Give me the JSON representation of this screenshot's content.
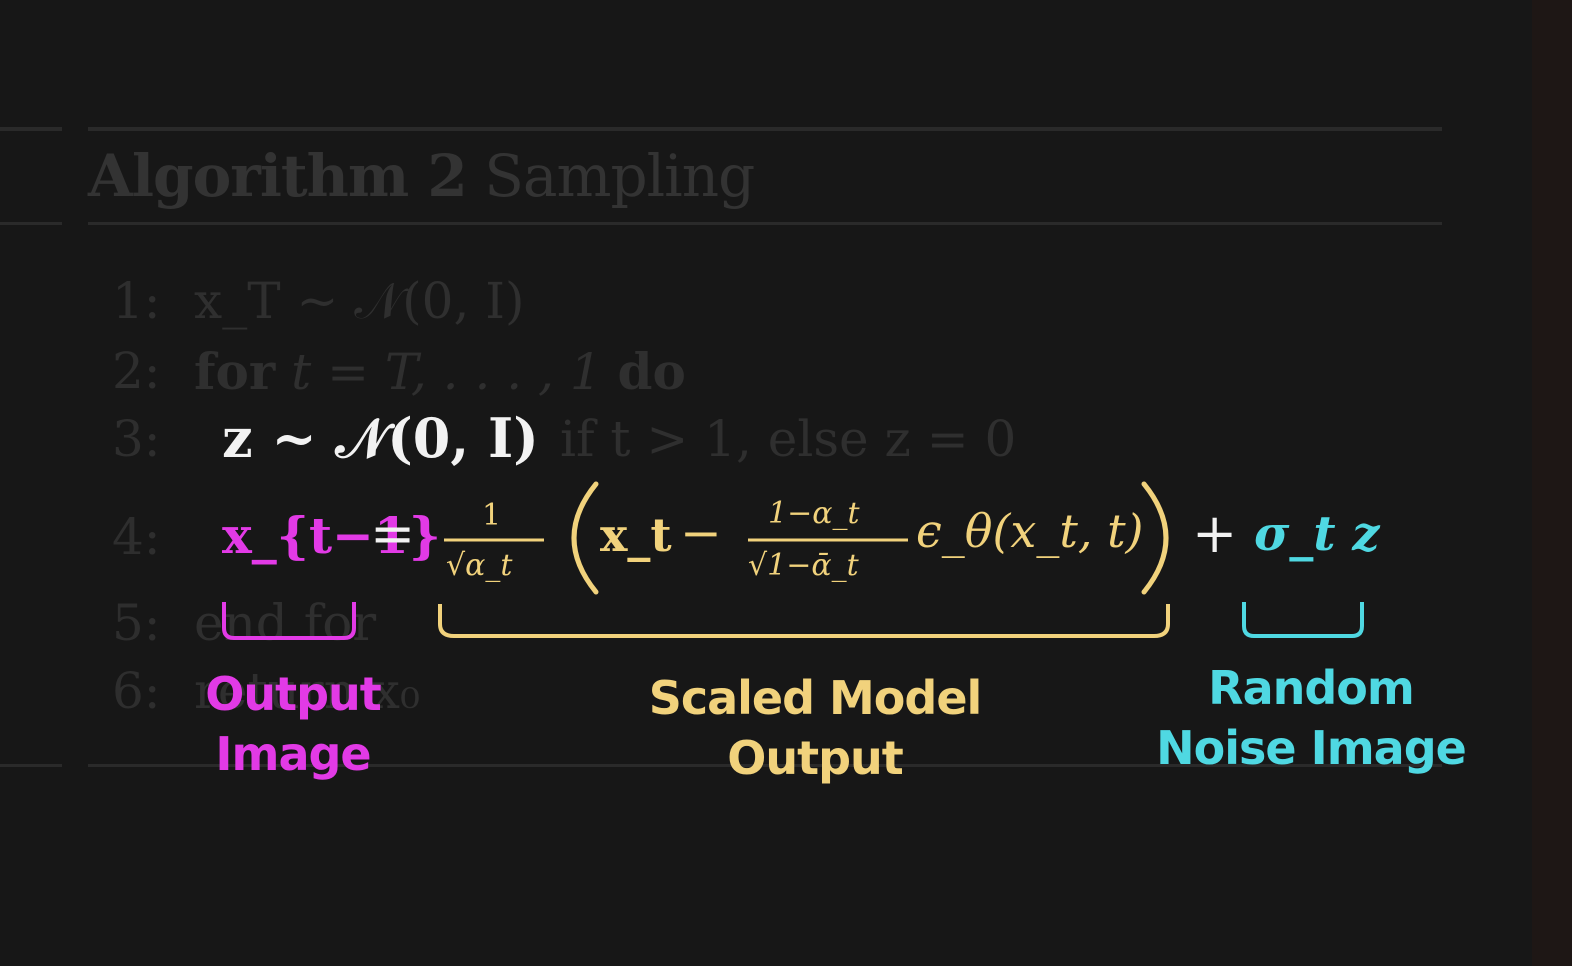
{
  "algorithm": {
    "title_bold": "Algorithm 2",
    "title_rest": "Sampling",
    "line_numbers": [
      "1:",
      "2:",
      "3:",
      "4:",
      "5:",
      "6:"
    ],
    "line1": "x_T ~ 𝒩(0, I)",
    "line2_for": "for",
    "line2_mid": "t = T, . . . , 1",
    "line2_do": "do",
    "line3_rest": "if t > 1, else z = 0",
    "line5": "end for",
    "line6": "return x₀"
  },
  "formula": {
    "z_line": "z ~ 𝒩(0, I)",
    "lhs": "x_{t−1}",
    "equals": "=",
    "scale_numerator": "1",
    "scale_denominator": "√α_t",
    "inner_x": "x_t",
    "minus": "−",
    "coef_numerator": "1−α_t",
    "coef_denominator": "√1−ᾱ_t",
    "eps": "ϵ_θ(x_t, t)",
    "plus": "+",
    "noise": "σ_t z"
  },
  "labels": {
    "output_line1": "Output",
    "output_line2": "Image",
    "scaled_line1": "Scaled Model",
    "scaled_line2": "Output",
    "random_line1": "Random",
    "random_line2": "Noise Image"
  },
  "colors": {
    "background": "#171717",
    "output": "#e23ae6",
    "scaled": "#f1d27c",
    "random": "#4fd8e2",
    "z_line": "#f2f2f2"
  }
}
